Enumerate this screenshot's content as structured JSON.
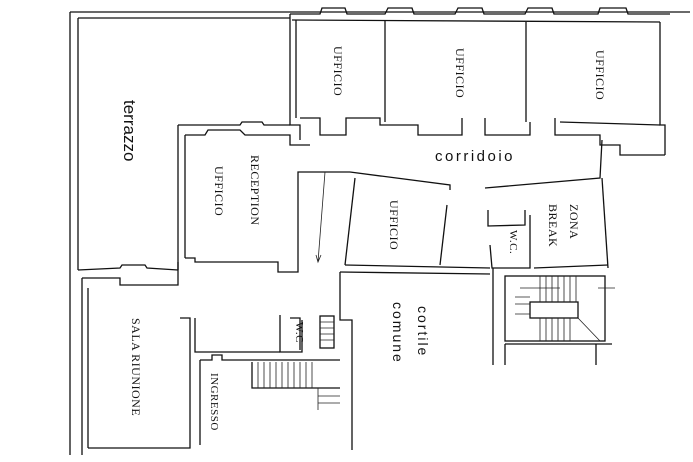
{
  "plan": {
    "rooms": {
      "terrazzo": "terrazzo",
      "ufficio_1": "UFFICIO",
      "ufficio_2": "UFFICIO",
      "ufficio_3": "UFFICIO",
      "reception_1": "RECEPTION",
      "reception_2": "UFFICIO",
      "ufficio_center": "UFFICIO",
      "corridoio": "corridoio",
      "zona": "ZONA",
      "break": "BREAK",
      "wc_right": "W.C.",
      "wc_left": "W.C",
      "sala_riunione": "SALA RIUNIONE",
      "ingresso": "INGRESSO",
      "cortile": "cortile",
      "comune": "comune"
    },
    "colors": {
      "line": "#111111",
      "background": "#ffffff"
    }
  }
}
